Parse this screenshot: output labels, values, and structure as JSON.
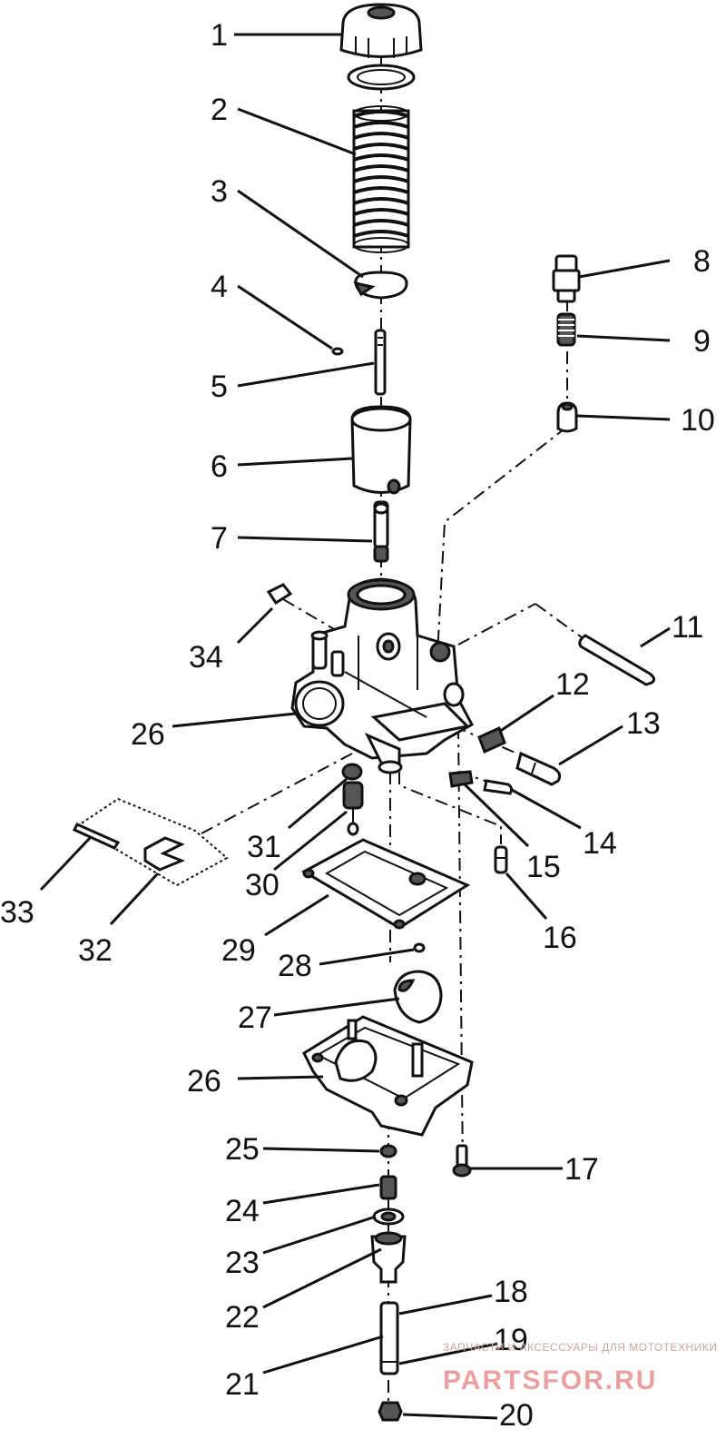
{
  "callouts": [
    "1",
    "2",
    "3",
    "4",
    "5",
    "6",
    "7",
    "8",
    "9",
    "10",
    "11",
    "12",
    "13",
    "14",
    "15",
    "16",
    "17",
    "18",
    "19",
    "20",
    "21",
    "22",
    "23",
    "24",
    "25",
    "26",
    "26",
    "27",
    "28",
    "29",
    "30",
    "31",
    "32",
    "33",
    "34"
  ],
  "watermark": {
    "tagline": "ЗАПЧАСТИ И АКСЕССУАРЫ ДЛЯ МОТОТЕХНИКИ",
    "brand": "PARTSFOR.RU"
  }
}
